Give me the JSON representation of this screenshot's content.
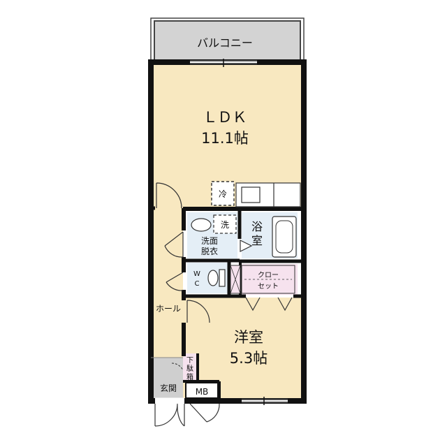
{
  "rooms": {
    "balcony": "バルコニー",
    "ldk_name": "ＬＤＫ",
    "ldk_size": "11.1帖",
    "fridge": "冷",
    "washer": "洗",
    "washroom_line1": "洗面",
    "washroom_line2": "脱衣",
    "bath_line1": "浴",
    "bath_line2": "室",
    "wc_line1": "W",
    "wc_line2": "C",
    "closet_line1": "クロー",
    "closet_line2": "セット",
    "hall": "ホール",
    "western_name": "洋室",
    "western_size": "5.3帖",
    "shoebox_line1": "下",
    "shoebox_line2": "駄",
    "shoebox_line3": "箱",
    "entrance": "玄関",
    "meter_box": "MB"
  },
  "colors": {
    "ldk_floor": "#f8e8c0",
    "hall_floor": "#f8e8c0",
    "western_floor": "#f8e8c0",
    "wet_area_floor": "#e4eef6",
    "balcony_floor": "#d3d3d3",
    "entrance_floor": "#cfcfcf",
    "closet_floor": "#f6e2ee",
    "wall": "#111111"
  }
}
